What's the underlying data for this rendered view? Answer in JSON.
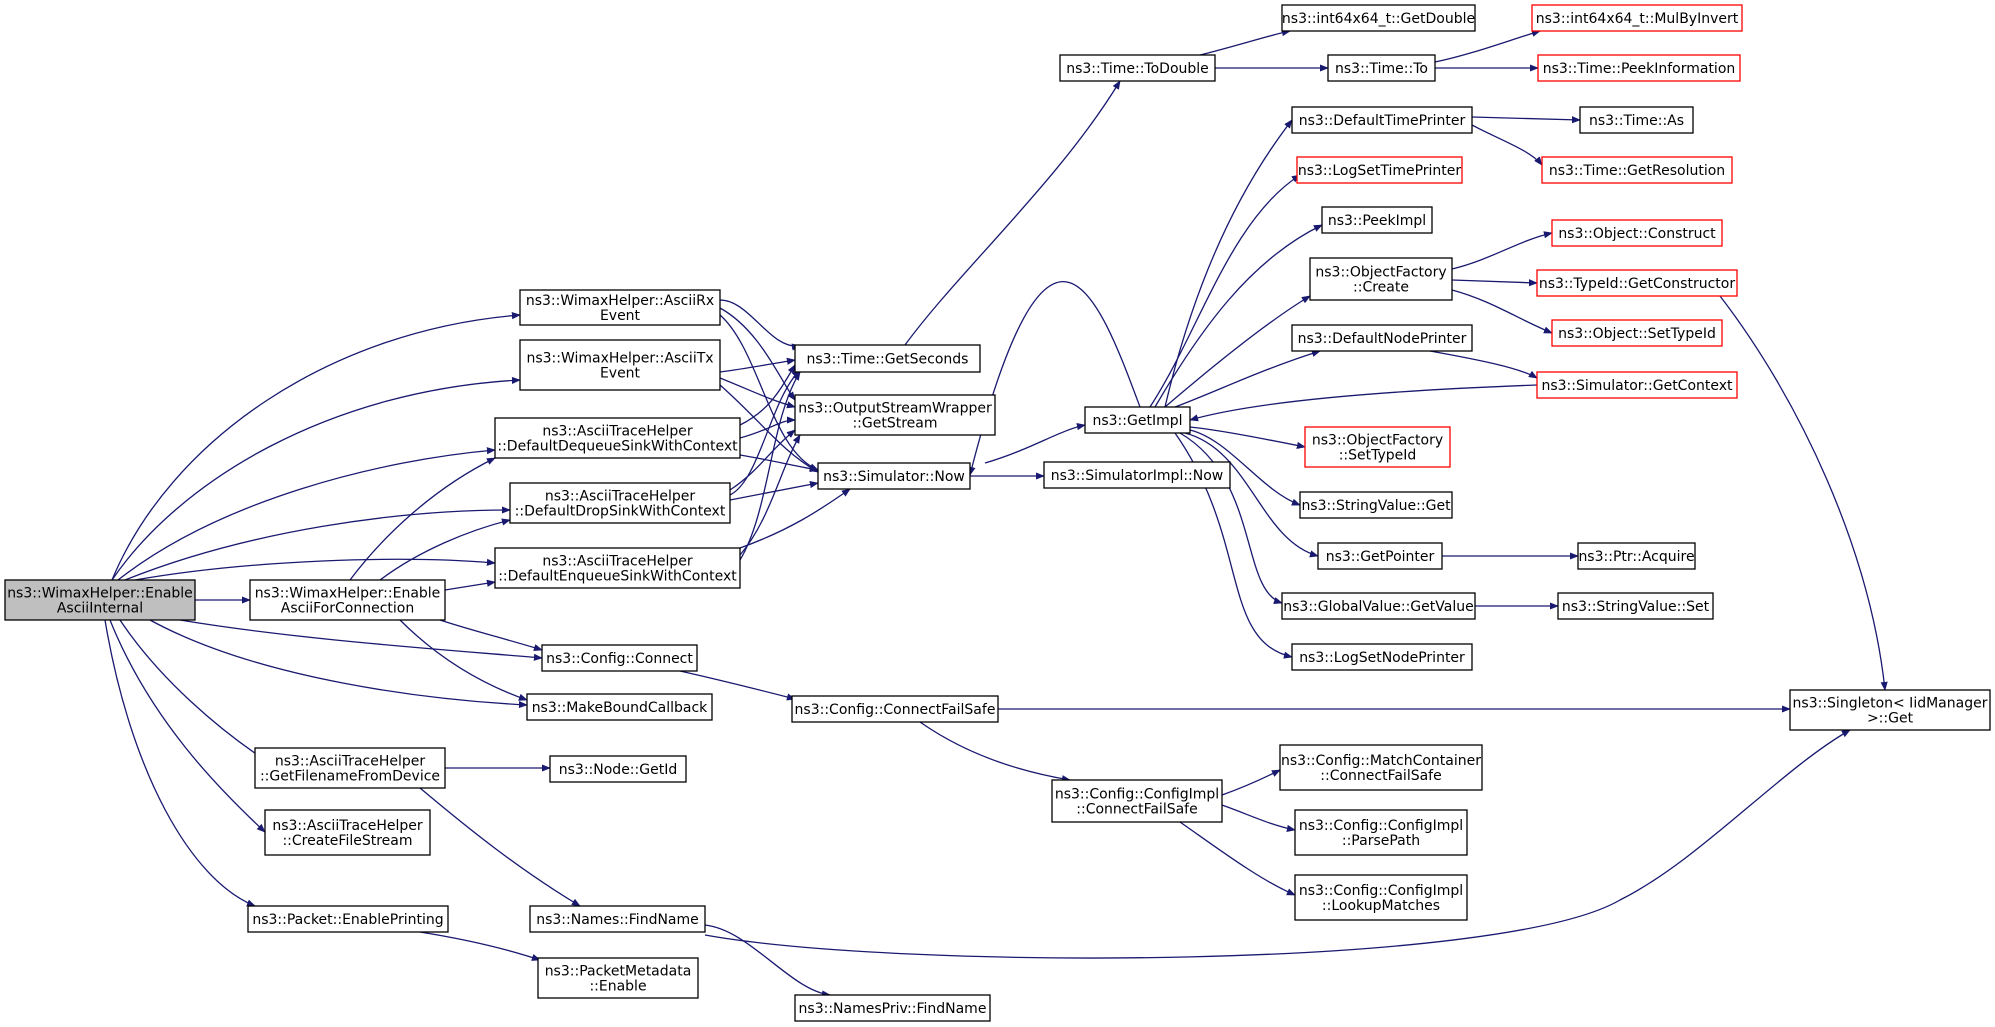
{
  "graph": {
    "nodes": [
      {
        "id": "root",
        "lines": [
          "ns3::WimaxHelper::Enable",
          "AsciiInternal"
        ],
        "style": "root"
      },
      {
        "id": "asciirx",
        "lines": [
          "ns3::WimaxHelper::AsciiRx",
          "Event"
        ],
        "style": "normal"
      },
      {
        "id": "asciitx",
        "lines": [
          "ns3::WimaxHelper::AsciiTx",
          "Event"
        ],
        "style": "normal"
      },
      {
        "id": "dequeue",
        "lines": [
          "ns3::AsciiTraceHelper",
          "::DefaultDequeueSinkWithContext"
        ],
        "style": "normal"
      },
      {
        "id": "drop",
        "lines": [
          "ns3::AsciiTraceHelper",
          "::DefaultDropSinkWithContext"
        ],
        "style": "normal"
      },
      {
        "id": "enqueue",
        "lines": [
          "ns3::AsciiTraceHelper",
          "::DefaultEnqueueSinkWithContext"
        ],
        "style": "normal"
      },
      {
        "id": "enableconn",
        "lines": [
          "ns3::WimaxHelper::Enable",
          "AsciiForConnection"
        ],
        "style": "normal"
      },
      {
        "id": "getfilename",
        "lines": [
          "ns3::AsciiTraceHelper",
          "::GetFilenameFromDevice"
        ],
        "style": "normal"
      },
      {
        "id": "createfile",
        "lines": [
          "ns3::AsciiTraceHelper",
          "::CreateFileStream"
        ],
        "style": "normal"
      },
      {
        "id": "enableprint",
        "lines": [
          "ns3::Packet::EnablePrinting"
        ],
        "style": "normal"
      },
      {
        "id": "getseconds",
        "lines": [
          "ns3::Time::GetSeconds"
        ],
        "style": "normal"
      },
      {
        "id": "getstream",
        "lines": [
          "ns3::OutputStreamWrapper",
          "::GetStream"
        ],
        "style": "normal"
      },
      {
        "id": "simnow",
        "lines": [
          "ns3::Simulator::Now"
        ],
        "style": "normal"
      },
      {
        "id": "connect",
        "lines": [
          "ns3::Config::Connect"
        ],
        "style": "normal"
      },
      {
        "id": "makebound",
        "lines": [
          "ns3::MakeBoundCallback"
        ],
        "style": "normal"
      },
      {
        "id": "getid",
        "lines": [
          "ns3::Node::GetId"
        ],
        "style": "normal"
      },
      {
        "id": "findname",
        "lines": [
          "ns3::Names::FindName"
        ],
        "style": "normal"
      },
      {
        "id": "pmenable",
        "lines": [
          "ns3::PacketMetadata",
          "::Enable"
        ],
        "style": "normal"
      },
      {
        "id": "privfind",
        "lines": [
          "ns3::NamesPriv::FindName"
        ],
        "style": "normal"
      },
      {
        "id": "connectfs",
        "lines": [
          "ns3::Config::ConnectFailSafe"
        ],
        "style": "normal"
      },
      {
        "id": "todouble",
        "lines": [
          "ns3::Time::ToDouble"
        ],
        "style": "normal"
      },
      {
        "id": "getimpl",
        "lines": [
          "ns3::GetImpl"
        ],
        "style": "normal"
      },
      {
        "id": "simimplnow",
        "lines": [
          "ns3::SimulatorImpl::Now"
        ],
        "style": "normal"
      },
      {
        "id": "cfgimplcfs",
        "lines": [
          "ns3::Config::ConfigImpl",
          "::ConnectFailSafe"
        ],
        "style": "normal"
      },
      {
        "id": "getdouble",
        "lines": [
          "ns3::int64x64_t::GetDouble"
        ],
        "style": "normal"
      },
      {
        "id": "timeto",
        "lines": [
          "ns3::Time::To"
        ],
        "style": "normal"
      },
      {
        "id": "deftimeprint",
        "lines": [
          "ns3::DefaultTimePrinter"
        ],
        "style": "normal"
      },
      {
        "id": "logsettime",
        "lines": [
          "ns3::LogSetTimePrinter"
        ],
        "style": "truncated"
      },
      {
        "id": "peekimpl",
        "lines": [
          "ns3::PeekImpl"
        ],
        "style": "normal"
      },
      {
        "id": "objfactcreate",
        "lines": [
          "ns3::ObjectFactory",
          "::Create"
        ],
        "style": "normal"
      },
      {
        "id": "defnodeprint",
        "lines": [
          "ns3::DefaultNodePrinter"
        ],
        "style": "normal"
      },
      {
        "id": "objfactsettype",
        "lines": [
          "ns3::ObjectFactory",
          "::SetTypeId"
        ],
        "style": "truncated"
      },
      {
        "id": "strvalget",
        "lines": [
          "ns3::StringValue::Get"
        ],
        "style": "normal"
      },
      {
        "id": "getpointer",
        "lines": [
          "ns3::GetPointer"
        ],
        "style": "normal"
      },
      {
        "id": "globalget",
        "lines": [
          "ns3::GlobalValue::GetValue"
        ],
        "style": "normal"
      },
      {
        "id": "logsetnode",
        "lines": [
          "ns3::LogSetNodePrinter"
        ],
        "style": "normal"
      },
      {
        "id": "matchcfs",
        "lines": [
          "ns3::Config::MatchContainer",
          "::ConnectFailSafe"
        ],
        "style": "normal"
      },
      {
        "id": "parsepath",
        "lines": [
          "ns3::Config::ConfigImpl",
          "::ParsePath"
        ],
        "style": "normal"
      },
      {
        "id": "lookup",
        "lines": [
          "ns3::Config::ConfigImpl",
          "::LookupMatches"
        ],
        "style": "normal"
      },
      {
        "id": "mulbyinv",
        "lines": [
          "ns3::int64x64_t::MulByInvert"
        ],
        "style": "truncated"
      },
      {
        "id": "peekinfo",
        "lines": [
          "ns3::Time::PeekInformation"
        ],
        "style": "truncated"
      },
      {
        "id": "timeas",
        "lines": [
          "ns3::Time::As"
        ],
        "style": "normal"
      },
      {
        "id": "getres",
        "lines": [
          "ns3::Time::GetResolution"
        ],
        "style": "truncated"
      },
      {
        "id": "objconstruct",
        "lines": [
          "ns3::Object::Construct"
        ],
        "style": "truncated"
      },
      {
        "id": "typeidgetctor",
        "lines": [
          "ns3::TypeId::GetConstructor"
        ],
        "style": "truncated"
      },
      {
        "id": "objsettype",
        "lines": [
          "ns3::Object::SetTypeId"
        ],
        "style": "truncated"
      },
      {
        "id": "simgetctx",
        "lines": [
          "ns3::Simulator::GetContext"
        ],
        "style": "truncated"
      },
      {
        "id": "ptracquire",
        "lines": [
          "ns3::Ptr::Acquire"
        ],
        "style": "normal"
      },
      {
        "id": "strvalset",
        "lines": [
          "ns3::StringValue::Set"
        ],
        "style": "normal"
      },
      {
        "id": "singleton",
        "lines": [
          "ns3::Singleton< IidManager",
          "  >::Get"
        ],
        "style": "normal"
      }
    ],
    "colors": {
      "edge": "#191970",
      "border_normal": "#000000",
      "border_truncated": "#ff0000",
      "root_fill": "#bfbfbf",
      "node_fill": "#ffffff",
      "text": "#000000"
    }
  }
}
